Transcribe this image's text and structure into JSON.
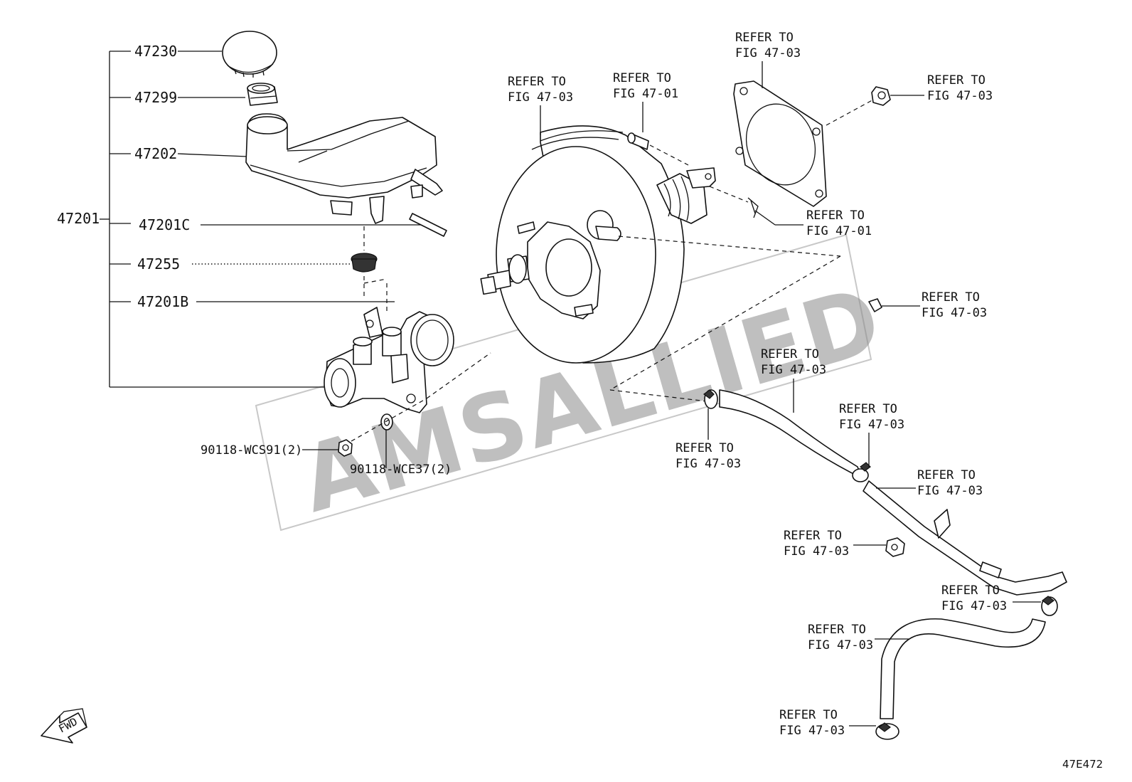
{
  "diagram": {
    "part_labels": {
      "p47230": "47230",
      "p47299": "47299",
      "p47202": "47202",
      "p47201": "47201",
      "p47201C": "47201C",
      "p47255": "47255",
      "p47201B": "47201B",
      "pWCS91": "90118-WCS91(2)",
      "pWCE37": "90118-WCE37(2)"
    },
    "refer": {
      "refer_to": "REFER TO",
      "fig_47_03": "FIG 47-03",
      "fig_47_01": "FIG 47-01"
    },
    "watermark": "AMSALLIED",
    "fwd_label": "FWD",
    "figure_code": "47E472"
  }
}
